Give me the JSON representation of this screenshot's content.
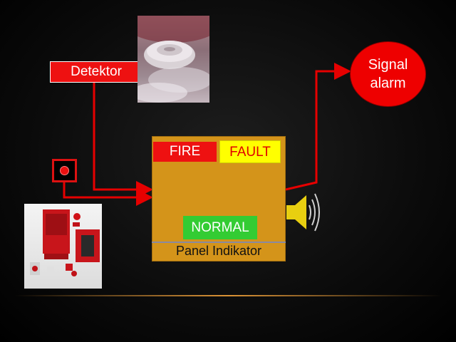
{
  "detektor": {
    "label": "Detektor",
    "photo_icon": "smoke-detector"
  },
  "signal": {
    "line1": "Signal",
    "line2": "alarm"
  },
  "panel": {
    "fire": "FIRE",
    "fault": "FAULT",
    "normal": "NORMAL",
    "label": "Panel Indikator"
  },
  "manual_call_icon": "manual-call-point",
  "panel_photo_icon": "fire-alarm-panel",
  "speaker_icon": "speaker-sound-icon",
  "colors": {
    "wire": "#e60000",
    "fire": "#ee1111",
    "fault": "#ffff00",
    "normal": "#33cc33",
    "panel": "#d4941a",
    "signal": "#ee0000"
  }
}
